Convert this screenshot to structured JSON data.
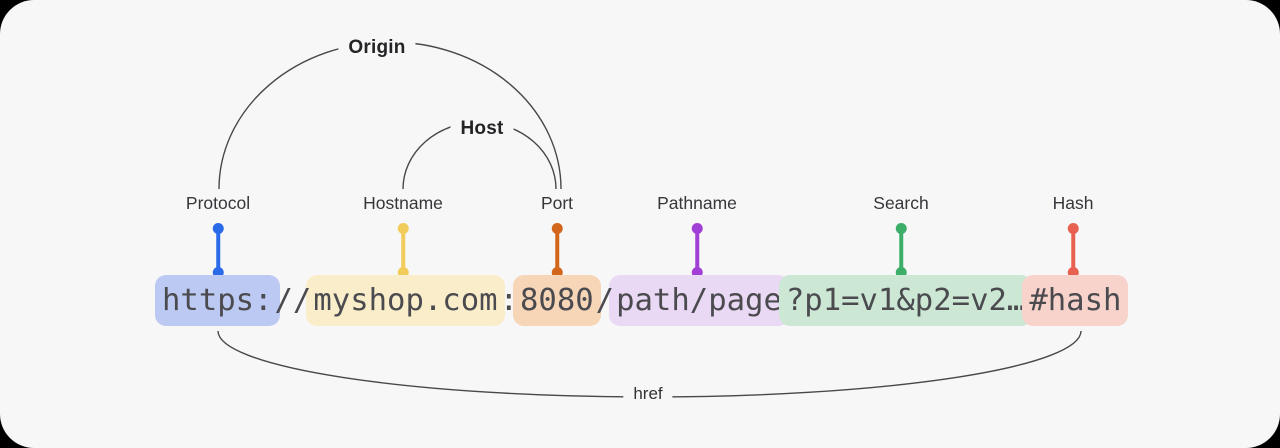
{
  "canvas": {
    "bg": "#f7f7f8",
    "outer_bg": "#000000",
    "stroke": "#48484b"
  },
  "arcs": {
    "origin": {
      "label": "Origin"
    },
    "host": {
      "label": "Host"
    },
    "href": {
      "label": "href"
    }
  },
  "parts": [
    {
      "label": "Protocol",
      "color": "#2a6ae9"
    },
    {
      "label": "Hostname",
      "color": "#f2cc5b"
    },
    {
      "label": "Port",
      "color": "#d2661a"
    },
    {
      "label": "Pathname",
      "color": "#a23fd6"
    },
    {
      "label": "Search",
      "color": "#3dae69"
    },
    {
      "label": "Hash",
      "color": "#e8604f"
    }
  ],
  "url": {
    "full": "https://myshop.com:8080/path/page?p1=v1&p2=v2…#hash",
    "segments": [
      {
        "text": "https:",
        "part": "protocol",
        "bg": "#bcc9f2"
      },
      {
        "text": "//"
      },
      {
        "text": "myshop.com",
        "part": "hostname",
        "bg": "#faeeca"
      },
      {
        "text": ":"
      },
      {
        "text": "8080",
        "part": "port",
        "bg": "#f6d6b7"
      },
      {
        "text": "/"
      },
      {
        "text": "path/page",
        "part": "pathname",
        "bg": "#ead9f4"
      },
      {
        "text": "?p1=v1&p2=v2…",
        "part": "search",
        "bg": "#cde7d5"
      },
      {
        "text": "#hash",
        "part": "hash",
        "bg": "#f8d3cc"
      }
    ]
  }
}
